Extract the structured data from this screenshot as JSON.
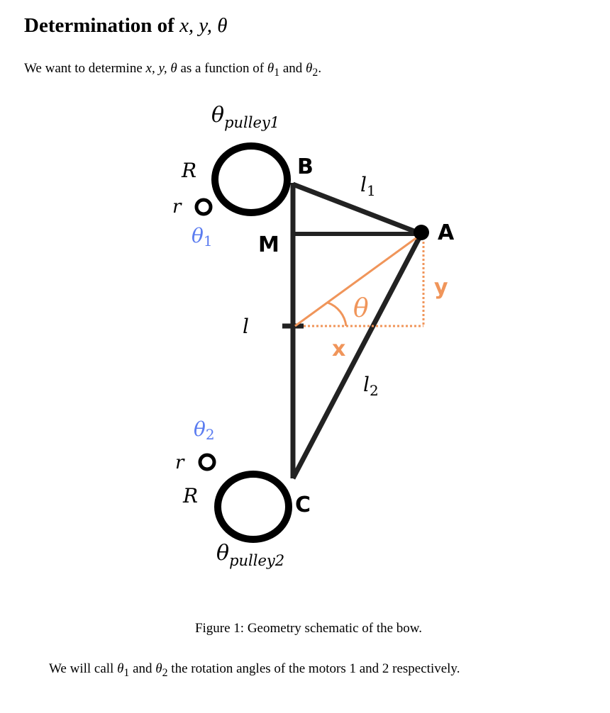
{
  "heading": {
    "prefix": "Determination of ",
    "vars": "x, y, θ"
  },
  "intro": {
    "text1": "We want to determine ",
    "vars": "x, y, θ",
    "text2": " as a function of ",
    "t1": "θ",
    "s1": "1",
    "and": " and ",
    "t2": "θ",
    "s2": "2",
    "end": "."
  },
  "figure": {
    "theta_pulley1": {
      "base": "θ",
      "sub": "pulley1"
    },
    "theta_pulley2": {
      "base": "θ",
      "sub": "pulley2"
    },
    "R_top": "R",
    "r_top": "r",
    "R_bottom": "R",
    "r_bottom": "r",
    "theta1": {
      "base": "θ",
      "sub": "1"
    },
    "theta2": {
      "base": "θ",
      "sub": "2"
    },
    "B": "B",
    "A": "A",
    "M": "M",
    "C": "C",
    "l": "l",
    "l1": {
      "base": "l",
      "sub": "1"
    },
    "l2": {
      "base": "l",
      "sub": "2"
    },
    "theta": "θ",
    "x": "x",
    "y": "y",
    "colors": {
      "orange": "#f0955a",
      "blue": "#5b7cf0",
      "line": "#222222"
    }
  },
  "caption": "Figure 1: Geometry schematic of the bow.",
  "outro": {
    "text1": "We will call ",
    "t1": "θ",
    "s1": "1",
    "and": " and ",
    "t2": "θ",
    "s2": "2",
    "text2": " the rotation angles of the motors 1 and 2 respectively."
  }
}
